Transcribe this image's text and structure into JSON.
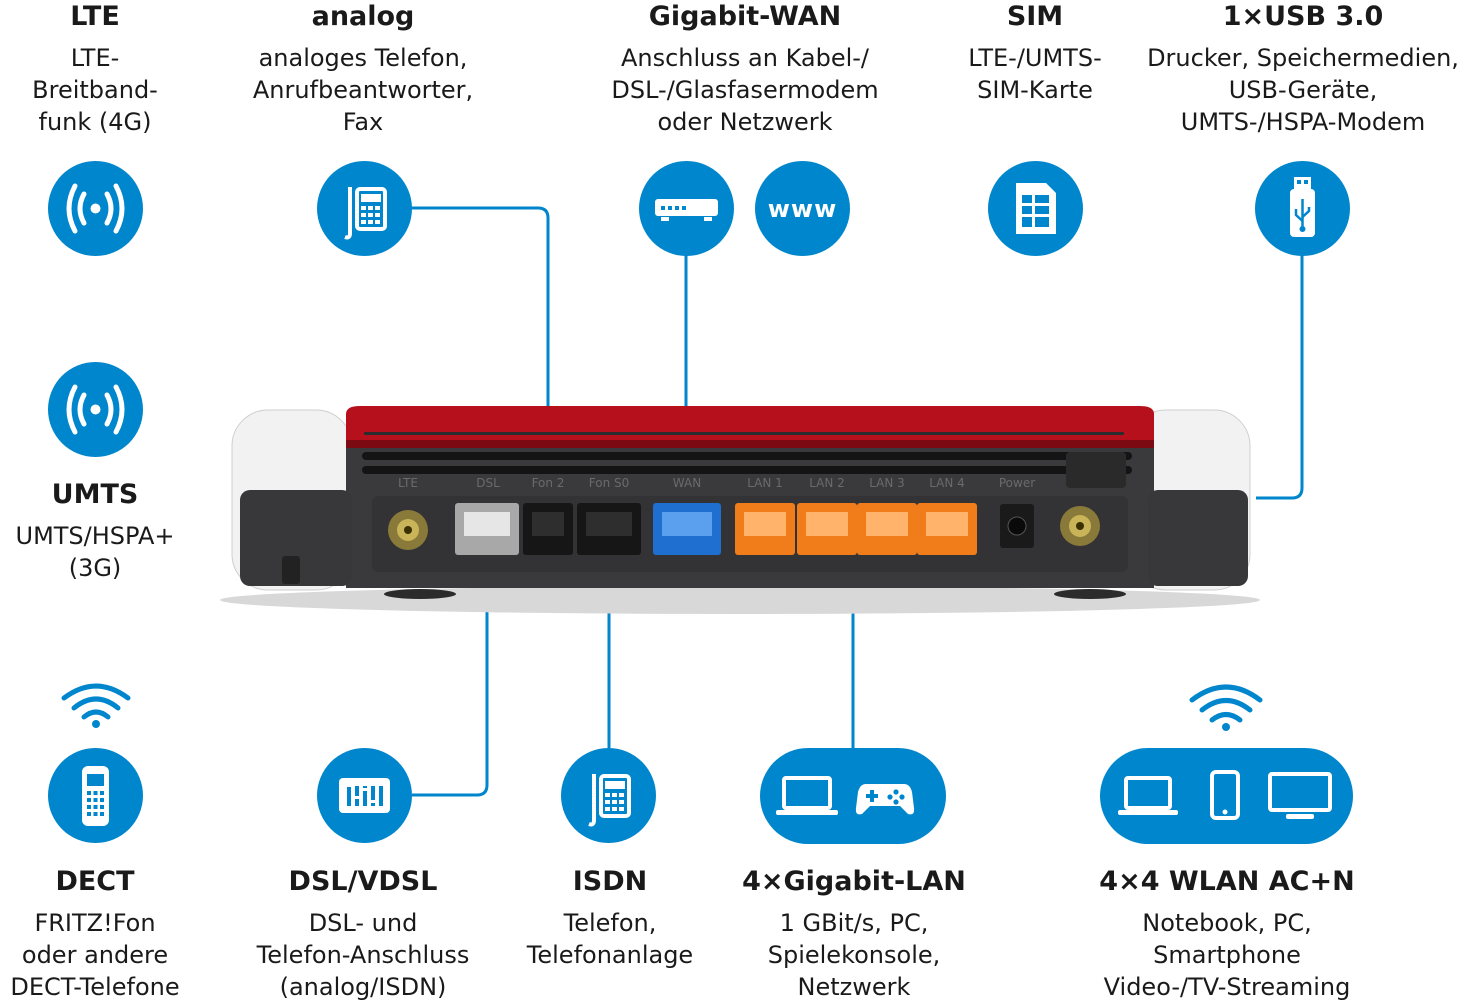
{
  "features": {
    "lte": {
      "title": "LTE",
      "desc": "LTE-\nBreitband-\nfunk (4G)"
    },
    "analog": {
      "title": "analog",
      "desc": "analoges Telefon,\nAnrufbeantworter,\nFax"
    },
    "wan": {
      "title": "Gigabit-WAN",
      "desc": "Anschluss an Kabel-/\nDSL-/Glasfasermodem\noder Netzwerk",
      "www": "www"
    },
    "sim": {
      "title": "SIM",
      "desc": "LTE-/UMTS-\nSIM-Karte"
    },
    "usb": {
      "title": "1×USB 3.0",
      "desc": "Drucker, Speichermedien,\nUSB-Geräte,\nUMTS-/HSPA-Modem"
    },
    "umts": {
      "title": "UMTS",
      "desc": "UMTS/HSPA+\n(3G)"
    },
    "dect": {
      "title": "DECT",
      "desc": "FRITZ!Fon\noder andere\nDECT-Telefone"
    },
    "dsl": {
      "title": "DSL/VDSL",
      "desc": "DSL- und\nTelefon-Anschluss\n(analog/ISDN)"
    },
    "isdn": {
      "title": "ISDN",
      "desc": "Telefon,\nTelefonanlage"
    },
    "lan": {
      "title": "4×Gigabit-LAN",
      "desc": "1 GBit/s, PC,\nSpielekonsole,\nNetzwerk"
    },
    "wlan": {
      "title": "4×4 WLAN AC+N",
      "desc": "Notebook, PC,\nSmartphone\nVideo-/TV-Streaming"
    }
  },
  "router": {
    "port_labels": [
      "LTE",
      "DSL",
      "Fon 2",
      "Fon S0",
      "WAN",
      "LAN 1",
      "LAN 2",
      "LAN 3",
      "LAN 4",
      "Power"
    ]
  },
  "colors": {
    "accent": "#0086cc",
    "router_red": "#b5101c",
    "router_body": "#3a3a3c",
    "lan_port": "#f07d1a",
    "wan_port": "#1f6fd0",
    "dsl_port": "#a8a8a8"
  },
  "icons": {
    "lte": "antenna-signal-icon",
    "umts": "antenna-signal-icon",
    "analog": "desk-phone-icon",
    "wan": "modem-icon",
    "www": "globe-www-icon",
    "sim": "sim-card-icon",
    "usb": "usb-stick-icon",
    "dect": "cordless-phone-icon",
    "dsl": "dsl-splitter-icon",
    "isdn": "desk-phone-icon",
    "lan": "laptop-gamepad-icon",
    "wlan": "laptop-phone-monitor-icon"
  }
}
